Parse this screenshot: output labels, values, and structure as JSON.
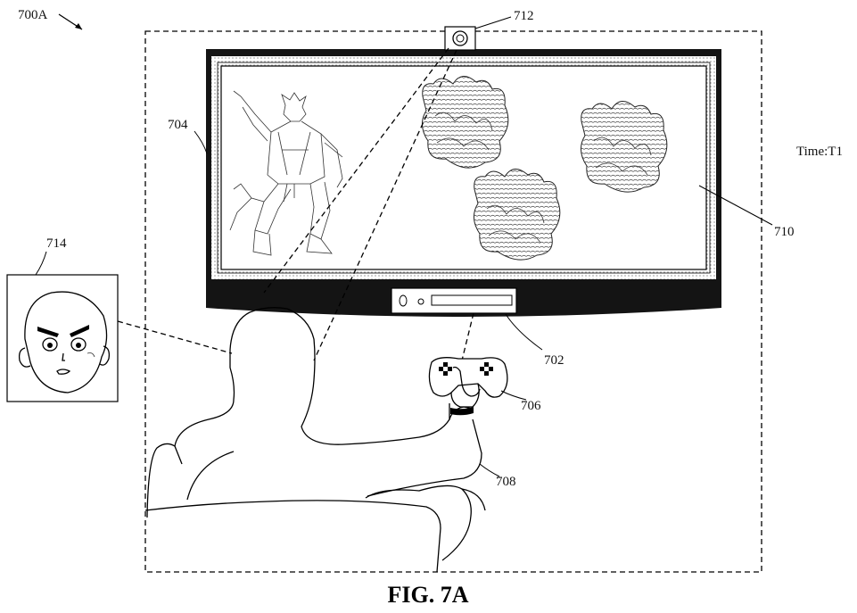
{
  "figure": {
    "caption": "FIG. 7A",
    "figure_ref": "700A",
    "time_label": "Time:T1"
  },
  "labels": {
    "console": "702",
    "display": "704",
    "controller": "706",
    "user": "708",
    "game_scene": "710",
    "camera": "712",
    "face_image": "714"
  }
}
